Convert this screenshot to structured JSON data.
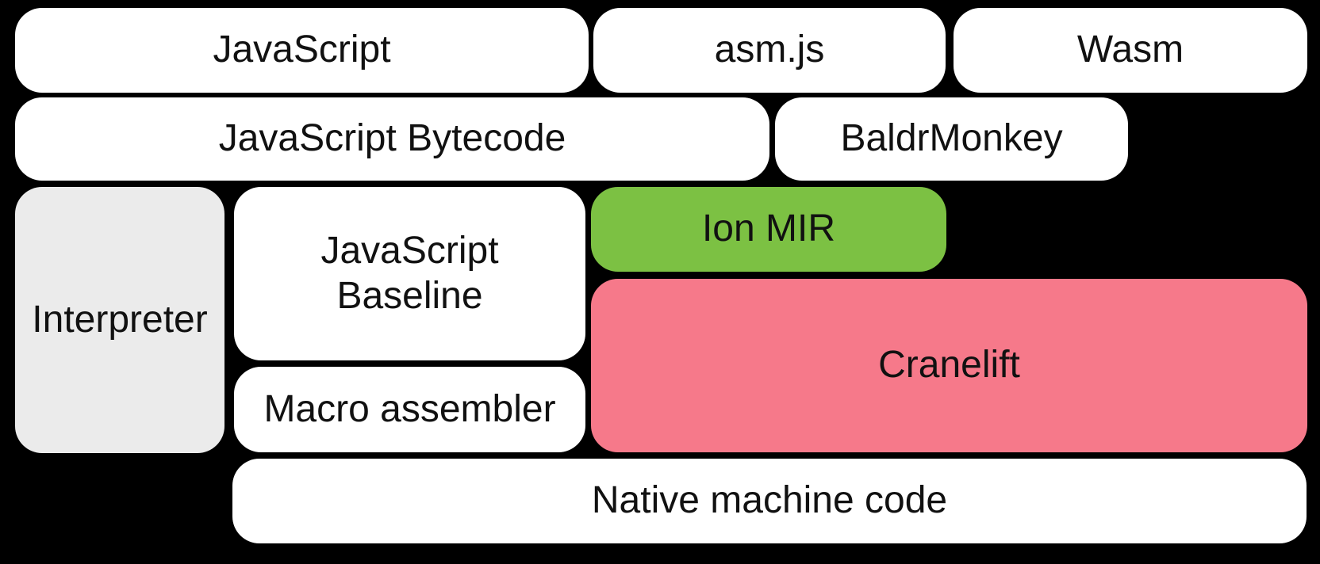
{
  "colors": {
    "background": "#000000",
    "box_default": "#ffffff",
    "interpreter_gray": "#ebebeb",
    "ion_mir_green": "#7cc143",
    "cranelift_pink": "#f6798a",
    "label_text": "#111111"
  },
  "boxes": {
    "javascript": {
      "label": "JavaScript"
    },
    "asmjs": {
      "label": "asm.js"
    },
    "wasm": {
      "label": "Wasm"
    },
    "javascript_bytecode": {
      "label": "JavaScript Bytecode"
    },
    "baldrmonkey": {
      "label": "BaldrMonkey"
    },
    "interpreter": {
      "label": "Interpreter"
    },
    "javascript_baseline": {
      "label": "JavaScript\nBaseline"
    },
    "ion_mir": {
      "label": "Ion MIR"
    },
    "cranelift": {
      "label": "Cranelift"
    },
    "macro_assembler": {
      "label": "Macro assembler"
    },
    "native_machine_code": {
      "label": "Native machine code"
    }
  }
}
